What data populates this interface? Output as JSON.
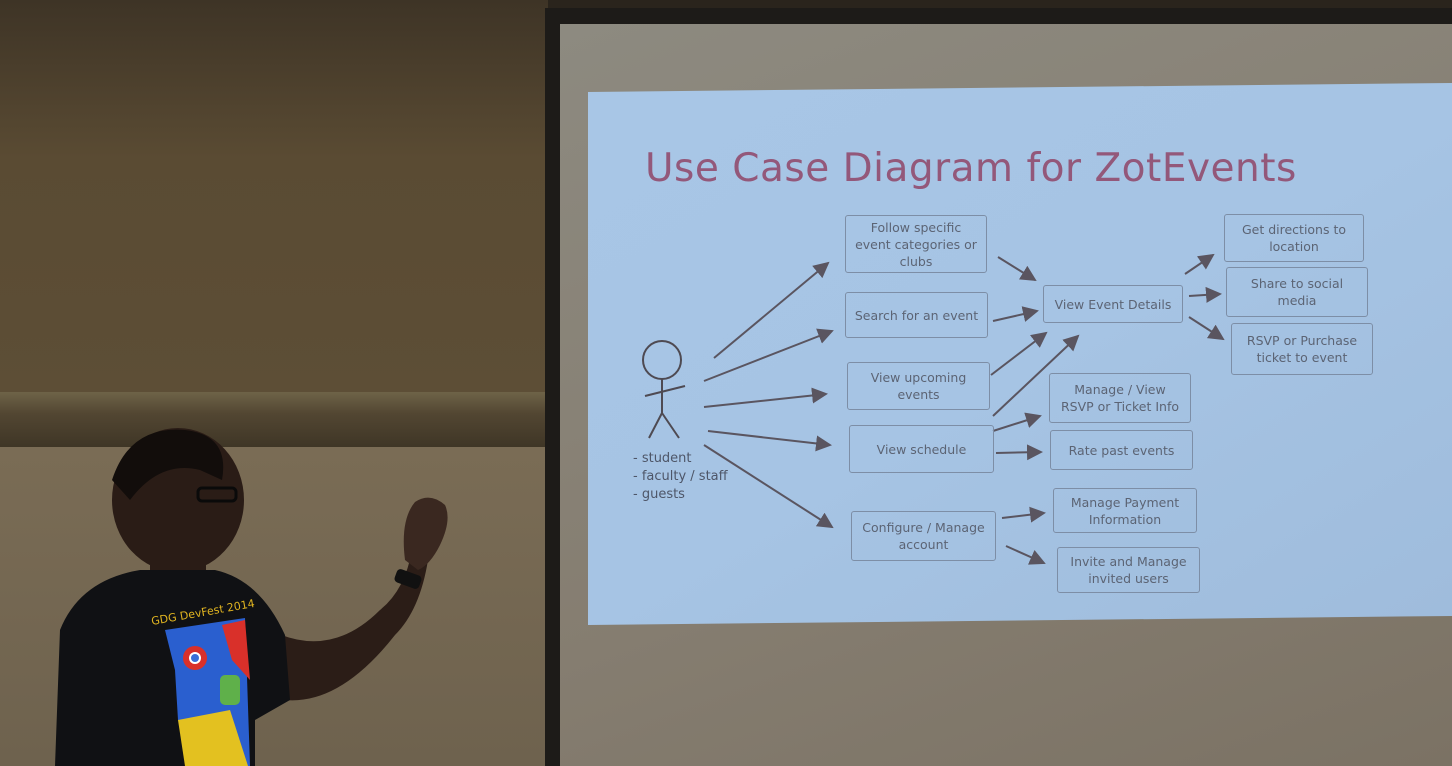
{
  "slide": {
    "title": "Use Case Diagram for ZotEvents",
    "actor": {
      "icon": "stick-figure-icon",
      "roles": [
        "- student",
        "- faculty / staff",
        "- guests"
      ]
    },
    "use_cases": {
      "follow": "Follow specific event categories or clubs",
      "search": "Search for an event",
      "upcoming": "View upcoming events",
      "schedule": "View schedule",
      "configure": "Configure / Manage account",
      "details": "View Event Details",
      "manage_rsvp": "Manage / View RSVP or Ticket Info",
      "rate": "Rate past events",
      "payment": "Manage Payment Information",
      "invite": "Invite and Manage invited users",
      "directions": "Get directions to location",
      "share": "Share to social media",
      "rsvp": "RSVP or Purchase ticket to event"
    }
  },
  "presenter": {
    "shirt_text": "GDG DevFest 2014"
  },
  "colors": {
    "slide_bg": "#a8c6e6",
    "title": "#93587a",
    "box_text": "#5c6474"
  }
}
